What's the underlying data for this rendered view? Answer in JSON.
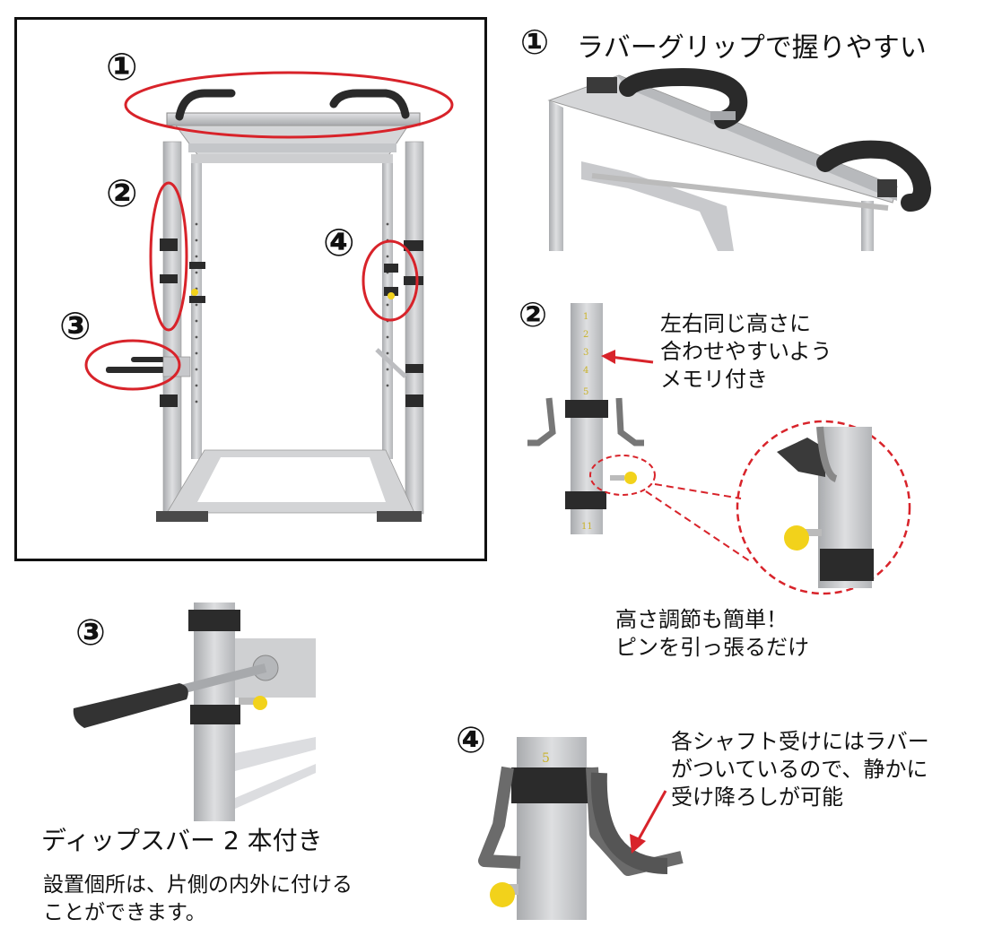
{
  "overview": {
    "markers": [
      "①",
      "②",
      "③",
      "④"
    ]
  },
  "feature1": {
    "number": "①",
    "caption": "ラバーグリップで握りやすい"
  },
  "feature2": {
    "number": "②",
    "callout_scale": "左右同じ高さに\n合わせやすいよう\nメモリ付き",
    "callout_adjust": "高さ調節も簡単！\nピンを引っ張るだけ",
    "scale_marks": [
      "1",
      "2",
      "3",
      "4",
      "5",
      "11"
    ]
  },
  "feature3": {
    "number": "③",
    "title": "ディップスバー 2 本付き",
    "description": "設置個所は、片側の内外に付ける\nことができます。"
  },
  "feature4": {
    "number": "④",
    "callout": "各シャフト受けにはラバー\nがついているので、静かに\n受け降ろしが可能",
    "scale_mark": "5"
  },
  "colors": {
    "accent_red": "#d8232a",
    "frame_silver": "#c9cacc",
    "rubber_black": "#2b2b2b",
    "pin_yellow": "#f2d21b"
  }
}
